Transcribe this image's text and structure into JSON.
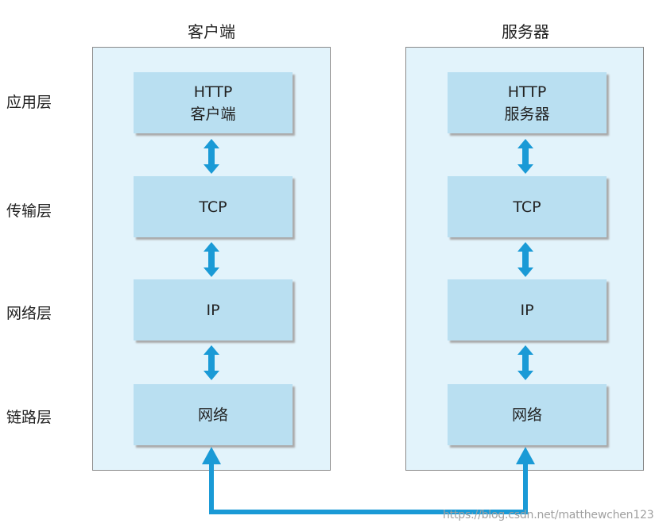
{
  "columns": {
    "client": {
      "title": "客户端",
      "boxes": {
        "application_line1": "HTTP",
        "application_line2": "客户端",
        "transport": "TCP",
        "network": "IP",
        "link": "网络"
      }
    },
    "server": {
      "title": "服务器",
      "boxes": {
        "application_line1": "HTTP",
        "application_line2": "服务器",
        "transport": "TCP",
        "network": "IP",
        "link": "网络"
      }
    }
  },
  "layers": {
    "application": "应用层",
    "transport": "传输层",
    "network": "网络层",
    "link": "链路层"
  },
  "watermark": "https://blog.csdn.net/matthewchen123",
  "colors": {
    "panel_fill": "#e2f3fb",
    "box_fill": "#b9dff1",
    "arrow": "#1a9ad6"
  }
}
